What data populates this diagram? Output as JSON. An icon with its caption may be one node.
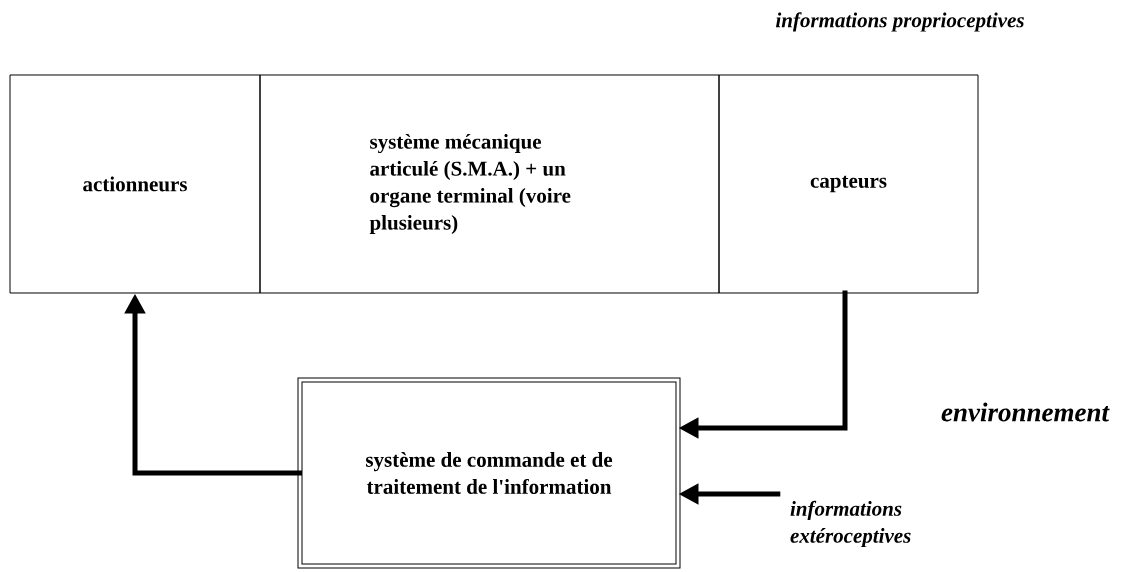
{
  "diagram": {
    "nodes": [
      {
        "text": [
          "actionneurs"
        ]
      },
      {
        "text": [
          "système mécanique articulé (S.M.A.) + un organe terminal (voire plusieurs)"
        ]
      },
      {
        "text": [
          "capteurs"
        ]
      },
      {
        "text": [
          "système de commande et de traitement de l'information"
        ]
      },
      {
        "text": [
          "informations extéroceptives"
        ]
      }
    ],
    "edges": [
      {
        "from": 2,
        "to": 3,
        "arrow": "to"
      },
      {
        "from": 3,
        "to": 0,
        "arrow": "to"
      },
      {
        "from": 4,
        "to": 3,
        "arrow": "to"
      }
    ],
    "labels": [
      "informations proprioceptives",
      "environnement"
    ]
  }
}
